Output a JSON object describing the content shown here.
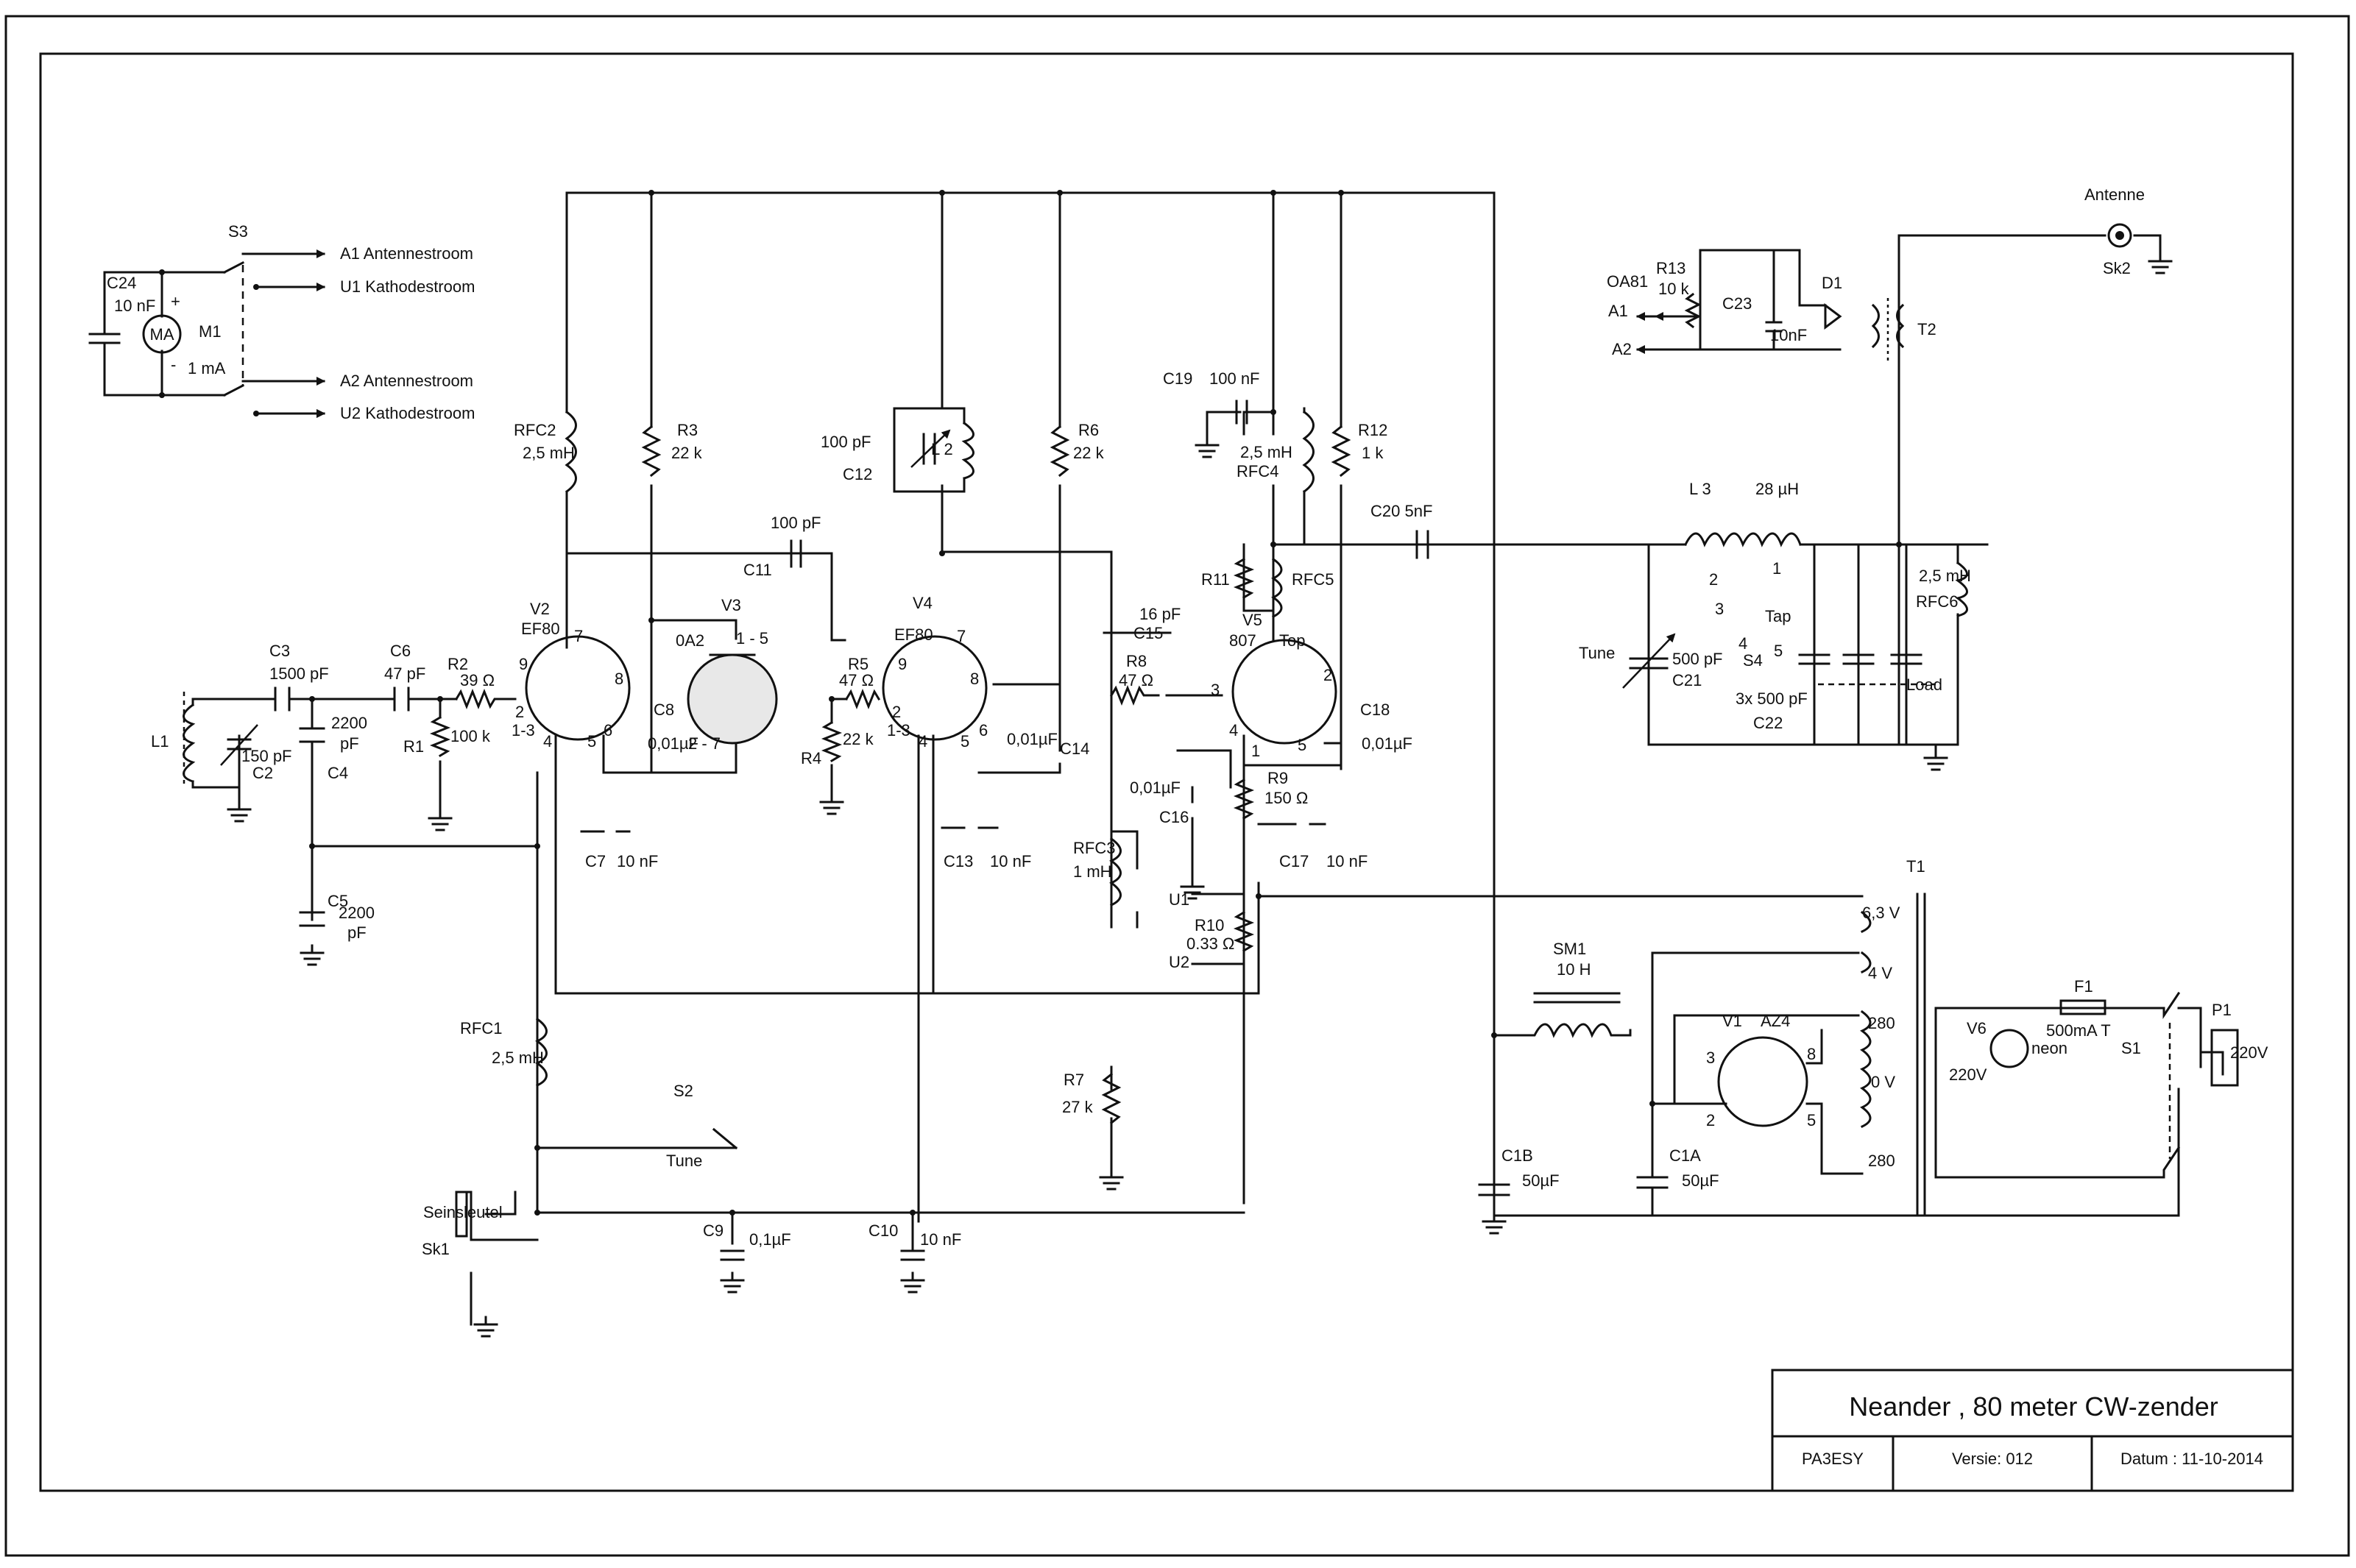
{
  "title_block": {
    "title": "Neander ,  80 meter CW-zender",
    "author": "PA3ESY",
    "version": "Versie:  012",
    "date": "Datum : 11-10-2014"
  },
  "meter": {
    "switch": "S3",
    "cap": "C24",
    "cap_value": "10 nF",
    "meter_symbol": "MA",
    "meter_ref": "M1",
    "meter_range": "1 mA",
    "plus": "+",
    "minus": "-",
    "outputs": [
      {
        "id": "a1",
        "label": "A1  Antennestroom"
      },
      {
        "id": "u1",
        "label": "U1  Kathodestroom"
      },
      {
        "id": "a2",
        "label": "A2  Antennestroom"
      },
      {
        "id": "u2",
        "label": "U2  Kathodestroom"
      }
    ]
  },
  "antenna": {
    "label": "Antenne",
    "socket": "Sk2",
    "diode_type": "OA81",
    "r13": "R13",
    "r13_value": "10 k",
    "c23": "C23",
    "c23_value": "10nF",
    "d1": "D1",
    "t2": "T2",
    "a1": "A1",
    "a2": "A2"
  },
  "components": [
    {
      "id": "c3",
      "text": "C3"
    },
    {
      "id": "c3v",
      "text": "1500 pF"
    },
    {
      "id": "c6",
      "text": "C6"
    },
    {
      "id": "c6v",
      "text": "47 pF"
    },
    {
      "id": "r2",
      "text": "R2"
    },
    {
      "id": "r2v",
      "text": "39 Ω"
    },
    {
      "id": "c4v1",
      "text": "2200"
    },
    {
      "id": "c4v2",
      "text": "pF"
    },
    {
      "id": "c4",
      "text": "C4"
    },
    {
      "id": "r1",
      "text": "R1"
    },
    {
      "id": "r1v",
      "text": "100 k"
    },
    {
      "id": "l1",
      "text": "L1"
    },
    {
      "id": "c2v",
      "text": "150 pF"
    },
    {
      "id": "c2",
      "text": "C2"
    },
    {
      "id": "c5",
      "text": "C5"
    },
    {
      "id": "c5v1",
      "text": "2200"
    },
    {
      "id": "c5v2",
      "text": "pF"
    },
    {
      "id": "rfc2",
      "text": "RFC2"
    },
    {
      "id": "rfc2v",
      "text": "2,5 mH"
    },
    {
      "id": "r3",
      "text": "R3"
    },
    {
      "id": "r3v",
      "text": "22 k"
    },
    {
      "id": "v2",
      "text": "V2"
    },
    {
      "id": "v2t",
      "text": "EF80"
    },
    {
      "id": "v3",
      "text": "V3"
    },
    {
      "id": "v3t",
      "text": "0A2"
    },
    {
      "id": "v3p1",
      "text": "1 - 5"
    },
    {
      "id": "v3p2",
      "text": "2 - 7"
    },
    {
      "id": "c8",
      "text": "C8"
    },
    {
      "id": "c8v",
      "text": "0,01µF"
    },
    {
      "id": "c7",
      "text": "C7"
    },
    {
      "id": "c7v",
      "text": "10 nF"
    },
    {
      "id": "c11v",
      "text": "100 pF"
    },
    {
      "id": "c11",
      "text": "C11"
    },
    {
      "id": "r5",
      "text": "R5"
    },
    {
      "id": "r5v",
      "text": "47 Ω"
    },
    {
      "id": "r4",
      "text": "R4"
    },
    {
      "id": "r4v",
      "text": "22 k"
    },
    {
      "id": "c12v",
      "text": "100 pF"
    },
    {
      "id": "c12",
      "text": "C12"
    },
    {
      "id": "l2",
      "text": "L 2"
    },
    {
      "id": "r6",
      "text": "R6"
    },
    {
      "id": "r6v",
      "text": "22 k"
    },
    {
      "id": "v4",
      "text": "V4"
    },
    {
      "id": "v4t",
      "text": "EF80"
    },
    {
      "id": "c14v",
      "text": "0,01µF"
    },
    {
      "id": "c14",
      "text": "C14"
    },
    {
      "id": "c13",
      "text": "C13"
    },
    {
      "id": "c13v",
      "text": "10 nF"
    },
    {
      "id": "c15v",
      "text": "16 pF"
    },
    {
      "id": "c15",
      "text": "C15"
    },
    {
      "id": "r8",
      "text": "R8"
    },
    {
      "id": "r8v",
      "text": "47 Ω"
    },
    {
      "id": "rfc3",
      "text": "RFC3"
    },
    {
      "id": "rfc3v",
      "text": "1 mH"
    },
    {
      "id": "r7",
      "text": "R7"
    },
    {
      "id": "r7v",
      "text": "27 k"
    },
    {
      "id": "c19",
      "text": "C19"
    },
    {
      "id": "c19v",
      "text": "100 nF"
    },
    {
      "id": "rfc4v",
      "text": "2,5 mH"
    },
    {
      "id": "rfc4",
      "text": "RFC4"
    },
    {
      "id": "r12",
      "text": "R12"
    },
    {
      "id": "r12v",
      "text": "1 k"
    },
    {
      "id": "r11",
      "text": "R11"
    },
    {
      "id": "rfc5",
      "text": "RFC5"
    },
    {
      "id": "v5",
      "text": "V5"
    },
    {
      "id": "v5t",
      "text": "807"
    },
    {
      "id": "v5top",
      "text": "Top"
    },
    {
      "id": "c18",
      "text": "C18"
    },
    {
      "id": "c18v",
      "text": "0,01µF"
    },
    {
      "id": "c16v",
      "text": "0,01µF"
    },
    {
      "id": "c16",
      "text": "C16"
    },
    {
      "id": "r9",
      "text": "R9"
    },
    {
      "id": "r9v",
      "text": "150 Ω"
    },
    {
      "id": "c17",
      "text": "C17"
    },
    {
      "id": "c17v",
      "text": "10 nF"
    },
    {
      "id": "u1",
      "text": "U1"
    },
    {
      "id": "r10",
      "text": "R10"
    },
    {
      "id": "r10v",
      "text": "0.33 Ω"
    },
    {
      "id": "u2",
      "text": "U2"
    },
    {
      "id": "c20",
      "text": "C20  5nF"
    },
    {
      "id": "l3",
      "text": "L 3"
    },
    {
      "id": "l3v",
      "text": "28 µH"
    },
    {
      "id": "tap",
      "text": "Tap"
    },
    {
      "id": "s4",
      "text": "S4"
    },
    {
      "id": "tune",
      "text": "Tune"
    },
    {
      "id": "c21v",
      "text": "500 pF"
    },
    {
      "id": "c21",
      "text": "C21"
    },
    {
      "id": "c22v",
      "text": "3x 500 pF"
    },
    {
      "id": "c22",
      "text": "C22"
    },
    {
      "id": "load",
      "text": "Load"
    },
    {
      "id": "rfc6v",
      "text": "2,5 mH"
    },
    {
      "id": "rfc6",
      "text": "RFC6"
    },
    {
      "id": "rfc1",
      "text": "RFC1"
    },
    {
      "id": "rfc1v",
      "text": "2,5 mH"
    },
    {
      "id": "s2",
      "text": "S2"
    },
    {
      "id": "tune2",
      "text": "Tune"
    },
    {
      "id": "seins",
      "text": "Seinsleutel"
    },
    {
      "id": "sk1",
      "text": "Sk1"
    },
    {
      "id": "c9",
      "text": "C9"
    },
    {
      "id": "c9v",
      "text": "0,1µF"
    },
    {
      "id": "c10",
      "text": "C10"
    },
    {
      "id": "c10v",
      "text": "10 nF"
    },
    {
      "id": "t1",
      "text": "T1"
    },
    {
      "id": "t163",
      "text": "6,3 V"
    },
    {
      "id": "t14",
      "text": "4 V"
    },
    {
      "id": "t1280a",
      "text": "280"
    },
    {
      "id": "t10",
      "text": "0 V"
    },
    {
      "id": "t1280b",
      "text": "280"
    },
    {
      "id": "sm1",
      "text": "SM1"
    },
    {
      "id": "sm1v",
      "text": "10 H"
    },
    {
      "id": "v1",
      "text": "V1"
    },
    {
      "id": "v1t",
      "text": "AZ4"
    },
    {
      "id": "c1b",
      "text": "C1B"
    },
    {
      "id": "c1bv",
      "text": "50µF"
    },
    {
      "id": "c1a",
      "text": "C1A"
    },
    {
      "id": "c1av",
      "text": "50µF"
    },
    {
      "id": "v6",
      "text": "V6"
    },
    {
      "id": "v6v",
      "text": "220V"
    },
    {
      "id": "neon",
      "text": "neon"
    },
    {
      "id": "f1",
      "text": "F1"
    },
    {
      "id": "f1v",
      "text": "500mA T"
    },
    {
      "id": "s1",
      "text": "S1"
    },
    {
      "id": "p1",
      "text": "P1"
    },
    {
      "id": "p1v",
      "text": "220V"
    }
  ],
  "pins": [
    "7",
    "9",
    "8",
    "2",
    "1-3",
    "4",
    "5",
    "6",
    "7",
    "9",
    "8",
    "2",
    "1-3",
    "4",
    "5",
    "6",
    "3",
    "2",
    "4",
    "1",
    "5",
    "1",
    "2",
    "3",
    "4",
    "5",
    "3",
    "2",
    "8",
    "5"
  ]
}
